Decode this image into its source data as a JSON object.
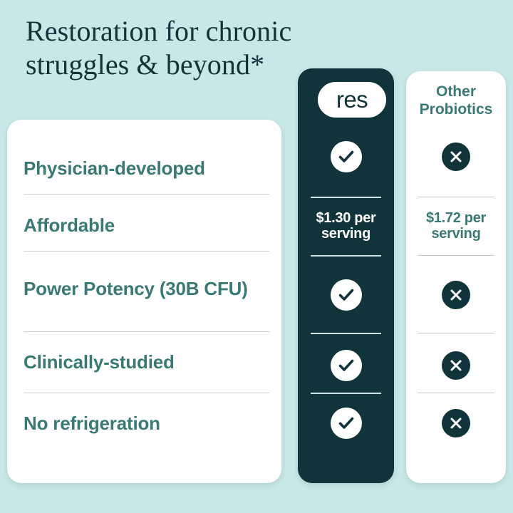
{
  "headline": "Restoration for chronic struggles & beyond*",
  "colors": {
    "background": "#c8e7e7",
    "dark_card": "#11343a",
    "teal_text": "#3a7a75",
    "headline_text": "#12333a",
    "white_card": "#ffffff",
    "divider_light": "#cfe6e4",
    "divider_grey": "#c9cfd0"
  },
  "columns": {
    "res": {
      "logo_label": "res"
    },
    "other": {
      "title_line1": "Other",
      "title_line2": "Probiotics"
    }
  },
  "rows": [
    {
      "label": "Physician-developed",
      "res": {
        "type": "check",
        "icon": "check-icon"
      },
      "other": {
        "type": "x",
        "icon": "x-icon"
      }
    },
    {
      "label": "Affordable",
      "res": {
        "type": "price",
        "line1": "$1.30 per",
        "line2": "serving"
      },
      "other": {
        "type": "price",
        "line1": "$1.72 per",
        "line2": "serving"
      }
    },
    {
      "label": "Power Potency (30B CFU)",
      "res": {
        "type": "check",
        "icon": "check-icon"
      },
      "other": {
        "type": "x",
        "icon": "x-icon"
      }
    },
    {
      "label": "Clinically-studied",
      "res": {
        "type": "check",
        "icon": "check-icon"
      },
      "other": {
        "type": "x",
        "icon": "x-icon"
      }
    },
    {
      "label": "No refrigeration",
      "res": {
        "type": "check",
        "icon": "check-icon"
      },
      "other": {
        "type": "x",
        "icon": "x-icon"
      }
    }
  ]
}
